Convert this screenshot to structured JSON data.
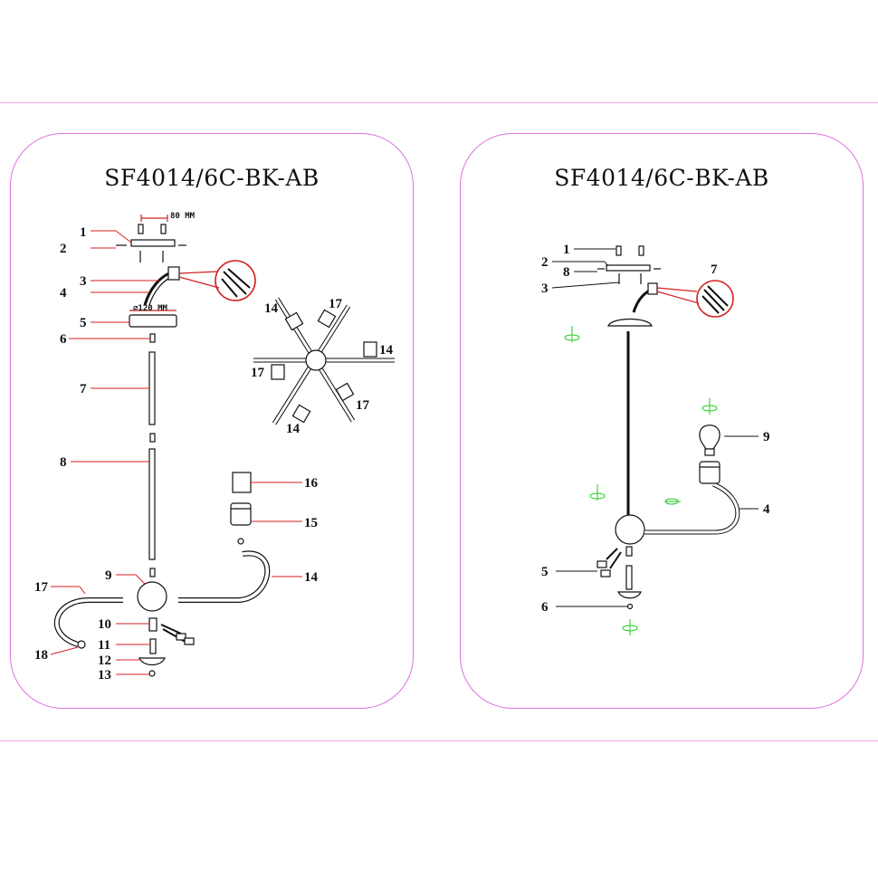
{
  "left_panel": {
    "title": "SF4014/6C-BK-AB",
    "dimension_top": "80 MM",
    "dimension_canopy": "⌀120 MM",
    "labels": [
      "1",
      "2",
      "3",
      "4",
      "5",
      "6",
      "7",
      "8",
      "9",
      "10",
      "11",
      "12",
      "13",
      "14",
      "15",
      "16",
      "17",
      "18"
    ],
    "top_view_labels": [
      "14",
      "17",
      "14",
      "17",
      "17",
      "14"
    ]
  },
  "right_panel": {
    "title": "SF4014/6C-BK-AB",
    "labels": [
      "1",
      "2",
      "8",
      "3",
      "7",
      "9",
      "4",
      "5",
      "6"
    ]
  },
  "colors": {
    "frame": "#e070e0",
    "leader": "#d42020",
    "arrow": "#22cc22"
  }
}
